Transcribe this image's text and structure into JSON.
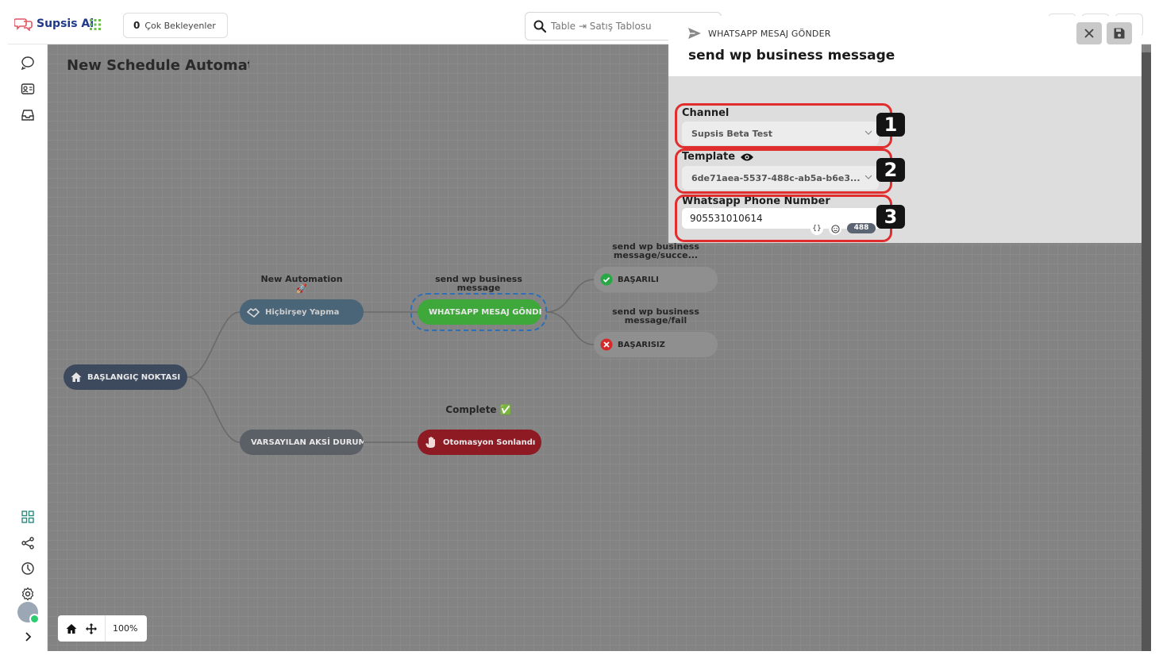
{
  "app": {
    "name": "Supsis Ai"
  },
  "header": {
    "pending_count": "0",
    "pending_label": "Çok Bekleyenler",
    "search_placeholder": "Table ⇥ Satış Tablosu"
  },
  "canvas": {
    "title": "New Schedule Automation",
    "zoom": "100%",
    "nodes": {
      "start": "BAŞLANGIÇ NOKTASI",
      "noop": "Hiçbirşey Yapma",
      "whatsapp": "WHATSAPP MESAJ GÖNDER",
      "success": "BAŞARILI",
      "fail": "BAŞARISIZ",
      "default": "VARSAYILAN AKSİ DURUM",
      "end": "Otomasyon Sonlandı"
    },
    "labels": {
      "new_automation": "New Automation",
      "rocket": "🚀",
      "send_wp": "send wp business message",
      "send_wp_success": "send wp business message/succe...",
      "send_wp_fail": "send wp business message/fail",
      "complete": "Complete ✅"
    }
  },
  "panel": {
    "kicker": "WHATSAPP MESAJ GÖNDER",
    "title": "send wp business message",
    "fields": {
      "channel_label": "Channel",
      "channel_value": "Supsis Beta Test",
      "template_label": "Template",
      "template_value": "6de71aea-5537-488c-ab5a-b6e3...",
      "phone_label": "Whatsapp Phone Number",
      "phone_value": "905531010614",
      "char_count": "488"
    },
    "badges": [
      "1",
      "2",
      "3"
    ]
  },
  "colors": {
    "accent_blue": "#1f3a8a",
    "node_green": "#3ea83a",
    "node_red": "#8e1a24",
    "highlight_red": "#e02d2d"
  }
}
